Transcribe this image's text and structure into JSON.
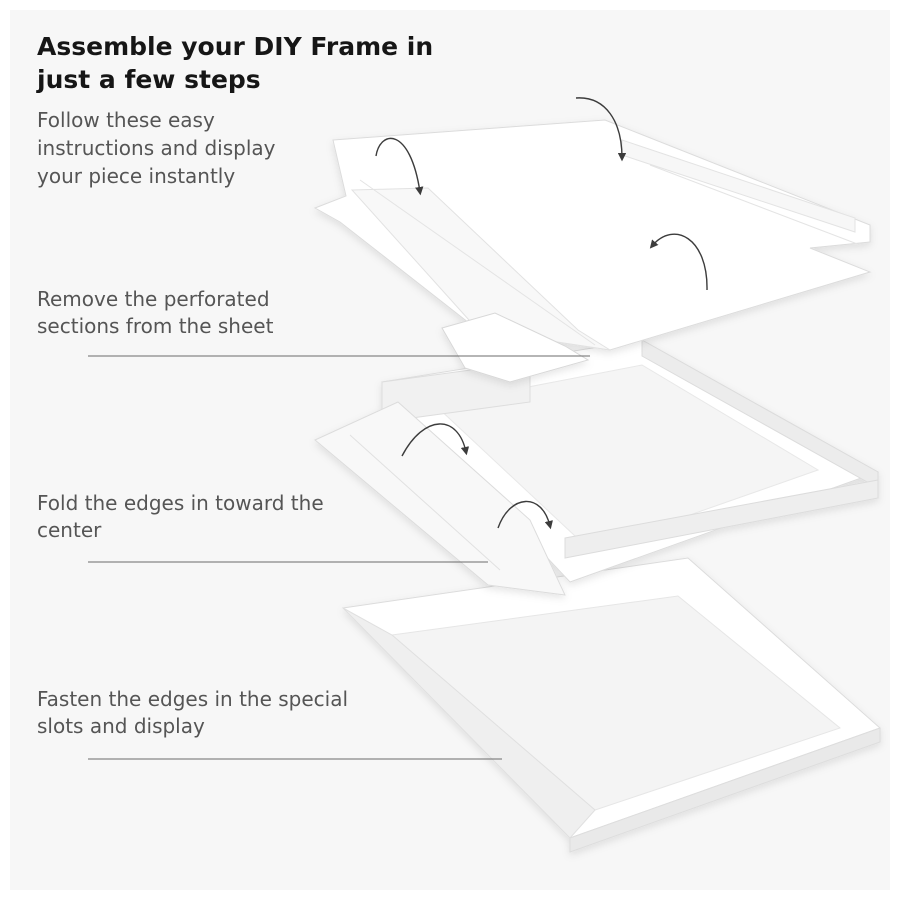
{
  "heading": {
    "title": "Assemble your DIY Frame in just a few steps",
    "subtitle": "Follow these easy instructions and display your piece instantly"
  },
  "steps": [
    {
      "text": "Remove the perforated sections from the sheet"
    },
    {
      "text": "Fold the edges in toward the center"
    },
    {
      "text": "Fasten the edges in the special slots and display"
    }
  ],
  "colors": {
    "background": "#f7f7f7",
    "heading": "#161616",
    "body_text": "#555555",
    "leader_line": "#6b6b6b",
    "arrow": "#3c3c3c",
    "board": "#ffffff",
    "board_shadow": "#d9d9d9"
  },
  "icons": [
    "curved-arrow-icon"
  ]
}
